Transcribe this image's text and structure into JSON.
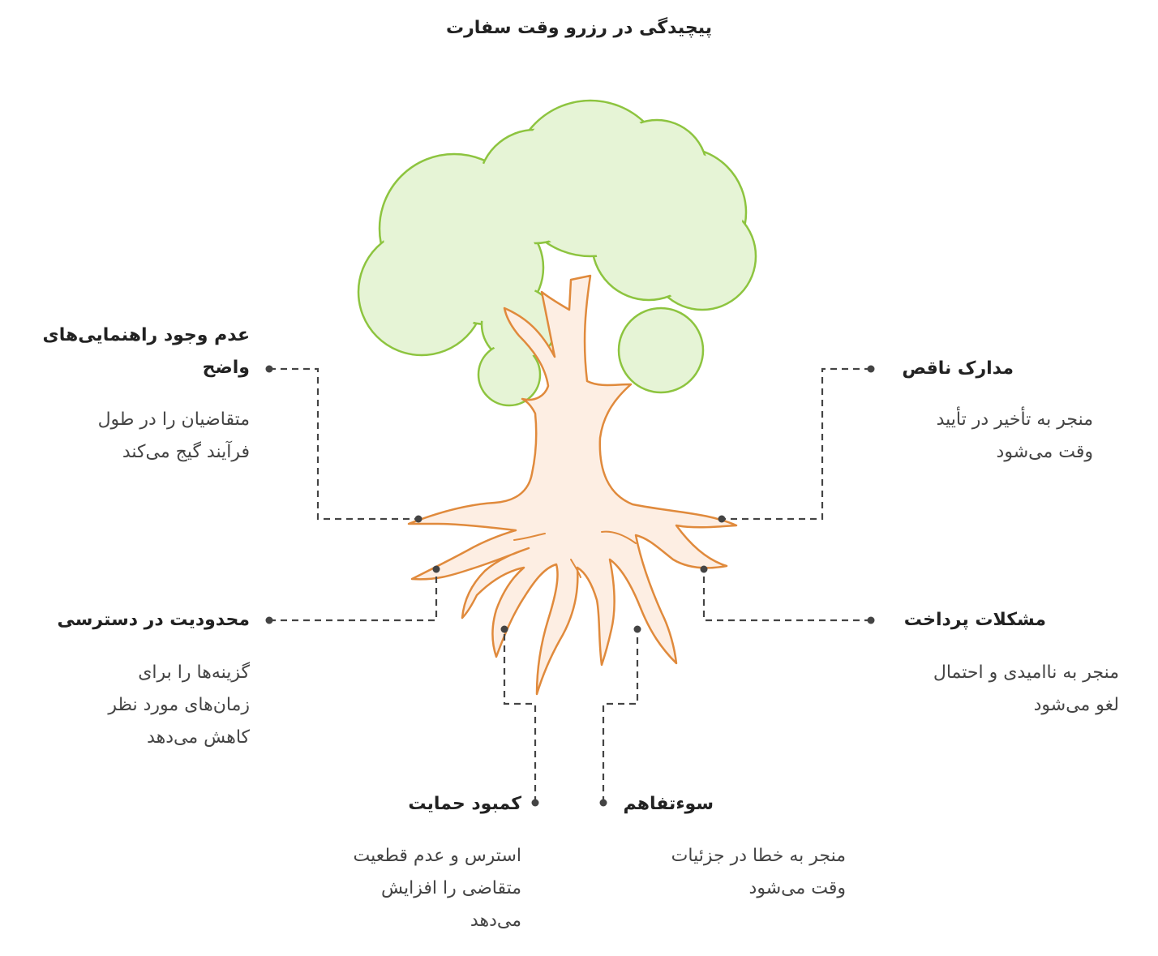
{
  "title": "پیچیدگی در رزرو وقت سفارت",
  "colors": {
    "foliage_fill": "#e6f4d6",
    "foliage_stroke": "#8dc43f",
    "trunk_fill": "#fdeee3",
    "trunk_stroke": "#e08a3c",
    "connector": "#444444"
  },
  "items": [
    {
      "id": "unclear-guidelines",
      "heading": [
        "عدم وجود راهنمایی‌های",
        "واضح"
      ],
      "body": [
        "متقاضیان را در طول",
        "فرآیند گیج می‌کند"
      ]
    },
    {
      "id": "incomplete-documents",
      "heading": [
        "مدارک ناقص"
      ],
      "body": [
        "منجر به تأخیر در تأیید",
        "وقت می‌شود"
      ]
    },
    {
      "id": "limited-access",
      "heading": [
        "محدودیت در دسترسی"
      ],
      "body": [
        "گزینه‌ها را برای",
        "زمان‌های مورد نظر",
        "کاهش می‌دهد"
      ]
    },
    {
      "id": "payment-problems",
      "heading": [
        "مشکلات پرداخت"
      ],
      "body": [
        "منجر به ناامیدی و احتمال",
        "لغو می‌شود"
      ]
    },
    {
      "id": "lack-of-support",
      "heading": [
        "کمبود حمایت"
      ],
      "body": [
        "استرس و عدم قطعیت",
        "متقاضی را افزایش",
        "می‌دهد"
      ]
    },
    {
      "id": "misunderstanding",
      "heading": [
        "سوءتفاهم"
      ],
      "body": [
        "منجر به خطا در جزئیات",
        "وقت می‌شود"
      ]
    }
  ]
}
